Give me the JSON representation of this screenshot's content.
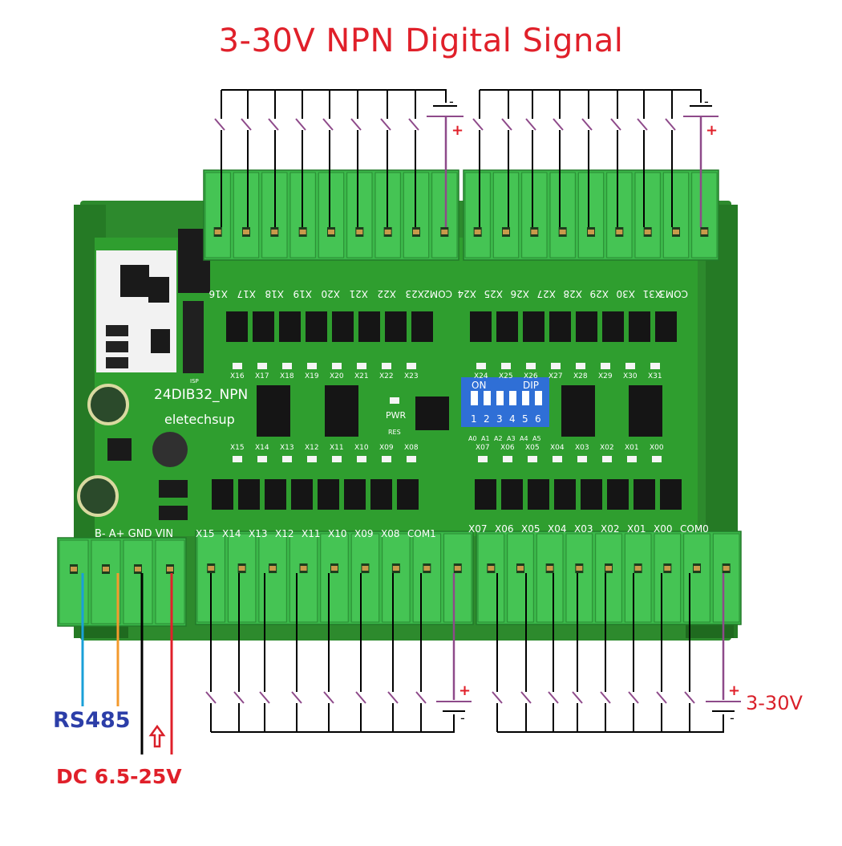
{
  "title": "3-30V NPN Digital Signal",
  "board": {
    "model": "24DIB32_NPN",
    "brand": "eletechsup",
    "pwr": "PWR",
    "res": "RES",
    "isp": "ISP",
    "dip_on": "ON",
    "dip_label": "DIP",
    "dip_numbers": [
      "1",
      "2",
      "3",
      "4",
      "5",
      "6"
    ],
    "addr_labels": [
      "A0",
      "A1",
      "A2",
      "A3",
      "A4",
      "A5"
    ]
  },
  "top_terminals": {
    "left": [
      "X16",
      "X17",
      "X18",
      "X19",
      "X20",
      "X21",
      "X22",
      "X23",
      "COM2"
    ],
    "right": [
      "X24",
      "X25",
      "X26",
      "X27",
      "X28",
      "X29",
      "X30",
      "X31",
      "COM3"
    ]
  },
  "bottom_terminals": {
    "power": [
      "B-",
      "A+",
      "GND",
      "VIN"
    ],
    "left": [
      "X15",
      "X14",
      "X13",
      "X12",
      "X11",
      "X10",
      "X09",
      "X08",
      "COM1"
    ],
    "right": [
      "X07",
      "X06",
      "X05",
      "X04",
      "X03",
      "X02",
      "X01",
      "X00",
      "COM0"
    ]
  },
  "led_labels": {
    "top_left": [
      "X16",
      "X17",
      "X18",
      "X19",
      "X20",
      "X21",
      "X22",
      "X23"
    ],
    "top_right": [
      "X24",
      "X25",
      "X26",
      "X27",
      "X28",
      "X29",
      "X30",
      "X31"
    ],
    "bottom_left": [
      "X15",
      "X14",
      "X13",
      "X12",
      "X11",
      "X10",
      "X09",
      "X08"
    ],
    "bottom_right": [
      "X07",
      "X06",
      "X05",
      "X04",
      "X03",
      "X02",
      "X01",
      "X00"
    ]
  },
  "battery_signs": {
    "plus": "+",
    "minus": "-"
  },
  "labels": {
    "rs485": "RS485",
    "dc_supply": "DC 6.5-25V",
    "signal_voltage": "3-30V"
  },
  "colors": {
    "title": "#e0202a",
    "rs485": "#2c3ea8",
    "wire_b": "#1aa0d8",
    "wire_a": "#f39a2d",
    "wire_gnd": "#000000",
    "wire_vin": "#e0202a",
    "battery_wire": "#8e4a8a",
    "pcb": "#2f9e2f",
    "terminal": "#3bb84a",
    "rail": "#2d8a2d"
  }
}
